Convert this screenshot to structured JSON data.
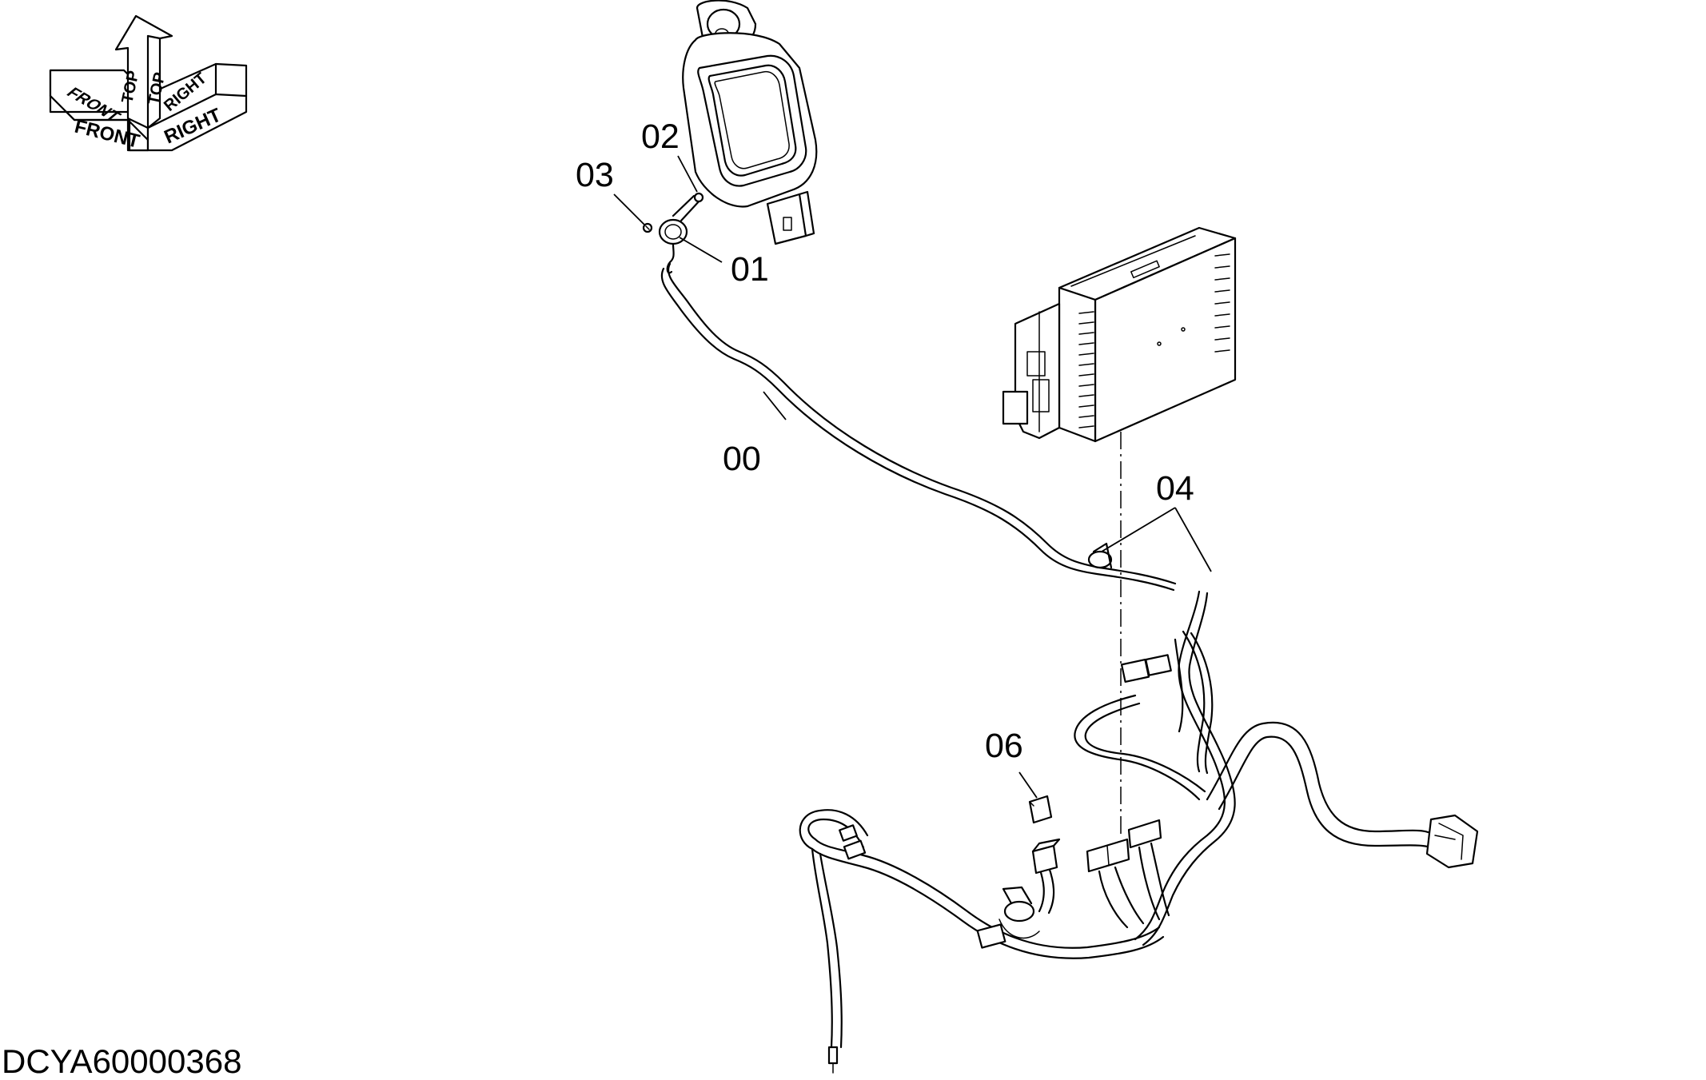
{
  "orientation_indicator": {
    "labels": {
      "front": "FRONT",
      "top": "TOP",
      "right": "RIGHT"
    }
  },
  "callouts": {
    "c00": "00",
    "c01": "01",
    "c02": "02",
    "c03": "03",
    "c04": "04",
    "c06": "06"
  },
  "drawing_id": "DCYA60000368"
}
